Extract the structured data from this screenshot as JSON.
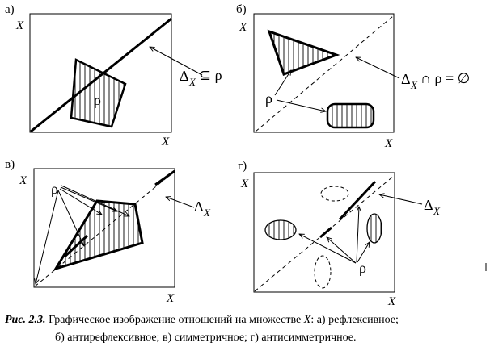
{
  "panels": {
    "a": {
      "label": "а)",
      "x_label": "X",
      "y_label": "X",
      "annotation": {
        "delta": "Δ",
        "delta_sub": "X",
        "relation_text": "⊆ ρ"
      }
    },
    "b": {
      "label": "б)",
      "x_label": "X",
      "y_label": "X",
      "annotation": {
        "delta": "Δ",
        "delta_sub": "X",
        "relation_text": "∩ ρ = ∅"
      }
    },
    "c": {
      "label": "в)",
      "x_label": "X",
      "y_label": "X",
      "annotation": {
        "delta": "Δ",
        "delta_sub": "X"
      }
    },
    "d": {
      "label": "г)",
      "x_label": "X",
      "y_label": "X",
      "annotation": {
        "delta": "Δ",
        "delta_sub": "X"
      }
    }
  },
  "rho_symbol": "ρ",
  "caption": {
    "figure_label": "Рис. 2.3.",
    "text_before_var": "Графическое изображение отношений на множестве",
    "variable": "X",
    "text_line1_end": ": а) рефлексивное;",
    "text_line2": "б) антирефлексивное; в) симметричное; г) антисимметричное."
  },
  "colors": {
    "ink": "#000000",
    "background": "#ffffff"
  }
}
